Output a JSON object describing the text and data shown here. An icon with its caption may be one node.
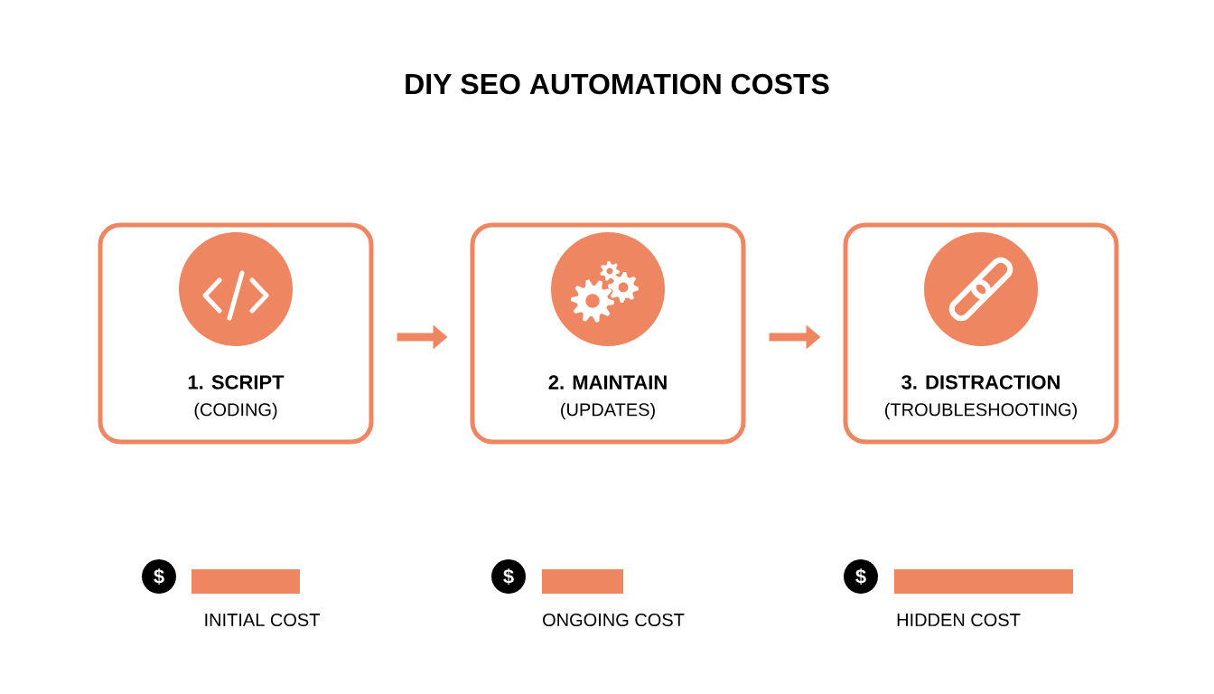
{
  "diagram": {
    "title": "DIY SEO AUTOMATION COSTS",
    "nodes": [
      {
        "text": [
          "1. SCRIPT",
          "(CODING)"
        ]
      },
      {
        "text": [
          "2. MAINTAIN",
          "(UPDATES)"
        ]
      },
      {
        "text": [
          "3. DISTRACTION",
          "(TROUBLESHOOTING)"
        ]
      },
      {
        "text": [],
        "shape": "bar",
        "beside": [
          "INITIAL COST"
        ]
      },
      {
        "text": [],
        "shape": "bar",
        "beside": [
          "ONGOING COST"
        ]
      },
      {
        "text": [],
        "shape": "bar",
        "beside": [
          "HIDDEN COST"
        ]
      }
    ],
    "edges": [
      {
        "from": 0,
        "to": 1,
        "arrow": "to"
      },
      {
        "from": 1,
        "to": 2,
        "arrow": "to"
      }
    ],
    "labels": [
      "$",
      "$",
      "$"
    ]
  }
}
